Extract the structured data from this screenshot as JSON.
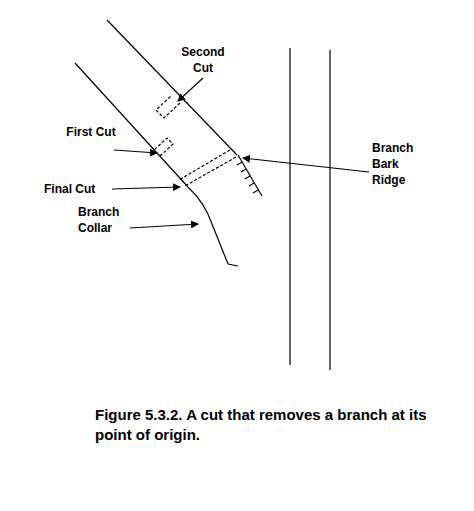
{
  "diagram": {
    "caption": "Figure 5.3.2. A cut that removes a branch at its point of origin.",
    "labels": [
      "Second Cut",
      "First Cut",
      "Final Cut",
      "Branch Collar",
      "Branch Bark Ridge"
    ]
  }
}
